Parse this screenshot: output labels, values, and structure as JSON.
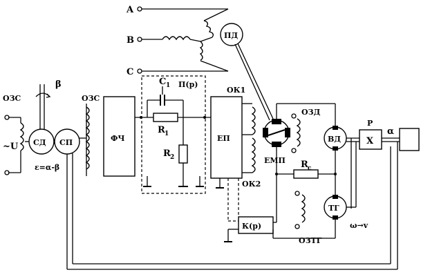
{
  "labels": {
    "phase_a": "A",
    "phase_b": "B",
    "phase_c": "C",
    "pd": "ПД",
    "ozs_left": "ОЗС",
    "beta": "β",
    "u_source": "~U",
    "sd": "СД",
    "sp": "СП",
    "epsilon": "ε=α-β",
    "ozs_mid": "ОЗС",
    "fch": "ФЧ",
    "c1": "C",
    "c1_sub": "1",
    "p_block": "П(p)",
    "r1": "R",
    "r1_sub": "1",
    "r2": "R",
    "r2_sub": "2",
    "ok1": "ОК1",
    "ep": "ЕП",
    "emp": "ЕМП",
    "ok2": "ОК2",
    "ozd": "ОЗД",
    "vd": "ВД",
    "rc": "R",
    "rc_sub": "c",
    "reducer_p": "P",
    "x_block": "X",
    "alpha": "α",
    "tg": "ТГ",
    "k_block": "К(p)",
    "oztg": "ОЗТГ",
    "omega_v": "ω→v"
  }
}
